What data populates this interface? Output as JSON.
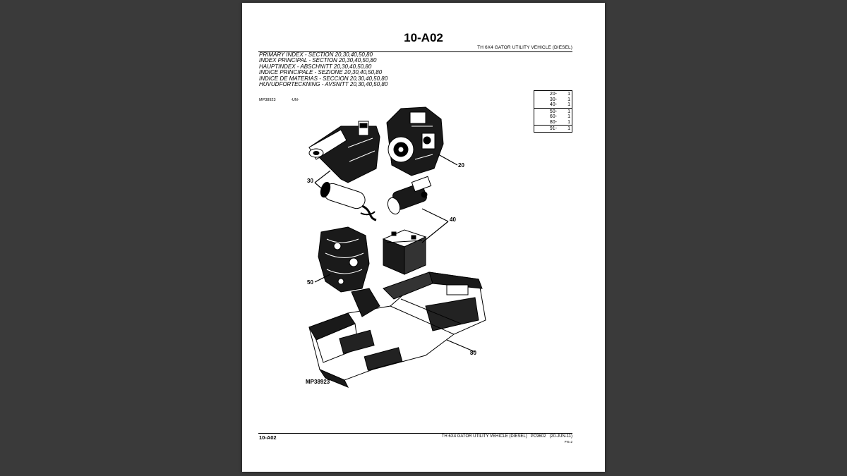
{
  "page": {
    "title": "10-A02",
    "vehicle": "TH 6X4 GATOR UTILITY VEHICLE (DIESEL)"
  },
  "index_lines": [
    "PRIMARY INDEX - SECTION 20,30,40,50,80",
    "INDEX PRINCIPAL - SECTION 20,30,40,50,80",
    "HAUPTINDEX - ABSCHNITT 20,30,40,50,80",
    "INDICE PRINCIPALE - SEZIONE 20,30,40,50,80",
    "INDICE DE MATERIAS - SECCION 20,30,40,50,80",
    "HUVUDFORTECKNING - AVSNITT 20,30,40,50,80"
  ],
  "ref": {
    "code": "MP38923",
    "suffix": "-UN-"
  },
  "qty_table": [
    [
      {
        "key": "20-",
        "val": "1"
      },
      {
        "key": "30-",
        "val": "1"
      },
      {
        "key": "40-",
        "val": "1"
      }
    ],
    [
      {
        "key": "50-",
        "val": "1"
      },
      {
        "key": "60-",
        "val": "1"
      },
      {
        "key": "80-",
        "val": "1"
      }
    ],
    [
      {
        "key": "91-",
        "val": "1"
      }
    ]
  ],
  "callouts": {
    "c20": "20",
    "c30": "30",
    "c40": "40",
    "c50": "50",
    "c80": "80"
  },
  "figure_id": "MP38923",
  "footer": {
    "left": "10-A02",
    "vehicle": "TH 6X4 GATOR UTILITY VEHICLE (DIESEL)",
    "code": "PC9602",
    "date": "(20-JUN-11)",
    "stamp": "PN=2"
  }
}
